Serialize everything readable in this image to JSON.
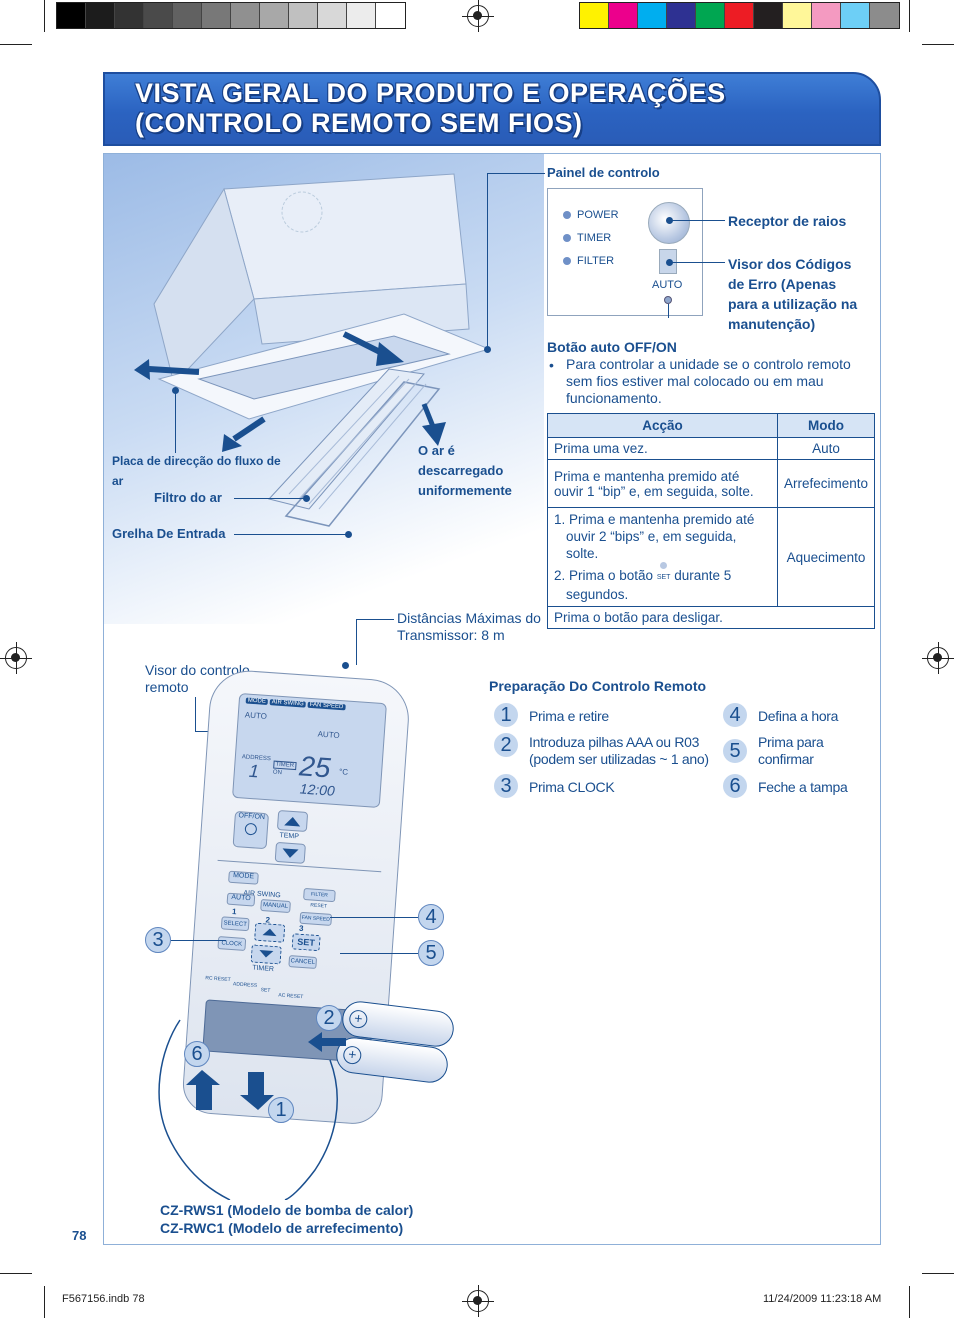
{
  "header": {
    "title_line1": "VISTA GERAL DO PRODUTO E OPERAÇÕES",
    "title_line2": "(CONTROLO REMOTO SEM FIOS)"
  },
  "colors": {
    "primary_blue": "#1a4f8f",
    "banner_blue": "#2b63c1",
    "table_header": "#d6e4f5",
    "swatches_gray": [
      "#000000",
      "#1c1c1c",
      "#333333",
      "#4a4a4a",
      "#616161",
      "#787878",
      "#909090",
      "#a8a8a8",
      "#c0c0c0",
      "#d8d8d8",
      "#ececec",
      "#ffffff"
    ],
    "swatches_color": [
      "#fff200",
      "#ec008c",
      "#00aeef",
      "#2e3192",
      "#00a651",
      "#ed1c24",
      "#231f20",
      "#fff799",
      "#f49ac1",
      "#6dcff6",
      "#8c8c8c"
    ]
  },
  "indoor_unit": {
    "painel": "Painel de controlo",
    "placa": "Placa de direcção do fluxo de ar",
    "filtro": "Filtro do ar",
    "grelha": "Grelha De Entrada",
    "ar_descarregado": "O ar é descarregado uniformemente"
  },
  "control_panel": {
    "power": "POWER",
    "timer": "TIMER",
    "filter": "FILTER",
    "auto": "AUTO",
    "receptor": "Receptor de raios",
    "visor_codigos": "Visor dos Códigos de Erro (Apenas para a utilização na manutenção)",
    "botao_auto": "Botão auto OFF/ON",
    "botao_auto_desc": "Para controlar a unidade se o controlo remoto sem fios estiver mal colocado ou em mau funcionamento."
  },
  "operations_table": {
    "headers": [
      "Acção",
      "Modo"
    ],
    "rows": [
      {
        "accao": "Prima uma vez.",
        "modo": "Auto"
      },
      {
        "accao": "Prima e mantenha premido até ouvir 1 “bip” e, em seguida, solte.",
        "modo": "Arrefecimento"
      },
      {
        "accao_1": "1. Prima e mantenha premido até ouvir 2 “bips” e, em seguida, solte.",
        "accao_2a": "2. Prima o botão",
        "accao_2_icon": "SET",
        "accao_2b": "durante 5 segundos.",
        "modo": "Aquecimento"
      },
      {
        "accao": "Prima o botão para desligar.",
        "modo": ""
      }
    ]
  },
  "remote": {
    "distancias": "Distâncias Máximas do Transmissor: 8 m",
    "visor": "Visor do controlo remoto",
    "display_auto": "AUTO",
    "display_auto2": "AUTO",
    "display_address": "ADDRESS",
    "display_address_val": "1",
    "display_timer": "TIMER",
    "display_on": "ON",
    "display_temp": "25",
    "display_unit": "°C",
    "display_clock": "12:00",
    "display_tabs": [
      "MODE",
      "AIR SWING",
      "FAN SPEED"
    ],
    "btn_offon": "OFF/ON",
    "btn_temp": "TEMP",
    "btn_mode": "MODE",
    "btn_airswing": "AIR SWING",
    "btn_auto": "AUTO",
    "btn_manual": "MANUAL",
    "btn_filter_reset": "FILTER RESET",
    "btn_fan_speed": "FAN SPEED",
    "btn_select": "SELECT",
    "btn_clock": "CLOCK",
    "btn_set": "SET",
    "btn_cancel": "CANCEL",
    "btn_timer": "TIMER",
    "lbl_rc_reset": "RC RESET",
    "lbl_address": "ADDRESS",
    "lbl_set": "SET",
    "lbl_ac_reset": "AC RESET",
    "num_1": "1",
    "num_2": "2",
    "num_3": "3",
    "model1": "CZ-RWS1 (Modelo de bomba de calor)",
    "model2": "CZ-RWC1 (Modelo de arrefecimento)",
    "callouts": [
      "1",
      "2",
      "3",
      "4",
      "5",
      "6"
    ]
  },
  "preparation": {
    "title": "Preparação Do Controlo Remoto",
    "steps": [
      {
        "num": "1",
        "text": "Prima e retire"
      },
      {
        "num": "2",
        "text": "Introduza pilhas AAA ou R03 (podem ser utilizadas ~ 1 ano)"
      },
      {
        "num": "3",
        "text": "Prima CLOCK"
      },
      {
        "num": "4",
        "text": "Defina a hora"
      },
      {
        "num": "5",
        "text": "Prima para confirmar"
      },
      {
        "num": "6",
        "text": "Feche a tampa"
      }
    ]
  },
  "footer": {
    "page": "78",
    "file": "F567156.indb   78",
    "date": "11/24/2009   11:23:18 AM"
  }
}
